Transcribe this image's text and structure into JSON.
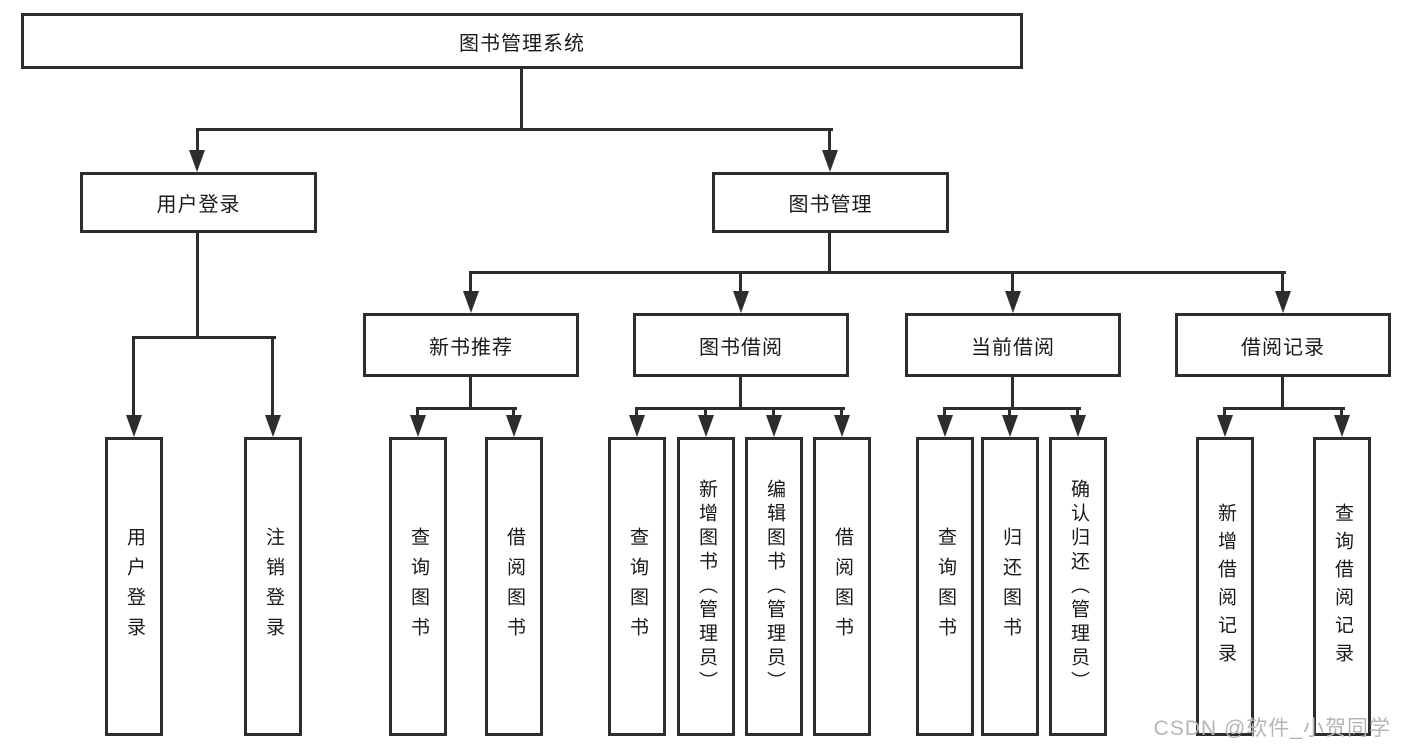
{
  "diagram": {
    "type": "hierarchy-tree",
    "colors": {
      "line": "#2d2d2d",
      "text": "#1a1a1a",
      "watermark": "#b5b5b5",
      "background": "#ffffff"
    },
    "watermark": "CSDN @软件_小贺同学",
    "nodes": {
      "root": {
        "label": "图书管理系统"
      },
      "user_login": {
        "label": "用户登录"
      },
      "book_mgmt": {
        "label": "图书管理"
      },
      "new_book_rec": {
        "label": "新书推荐"
      },
      "book_borrow": {
        "label": "图书借阅"
      },
      "current_borrow": {
        "label": "当前借阅"
      },
      "borrow_record": {
        "label": "借阅记录"
      },
      "leaf_user_login": {
        "label": "用户登录"
      },
      "leaf_logout": {
        "label": "注销登录"
      },
      "leaf_rec_query": {
        "label": "查询图书"
      },
      "leaf_rec_borrow": {
        "label": "借阅图书"
      },
      "leaf_bb_query": {
        "label": "查询图书"
      },
      "leaf_bb_add": {
        "label": "新增图书（管理员）"
      },
      "leaf_bb_edit": {
        "label": "编辑图书（管理员）"
      },
      "leaf_bb_borrow": {
        "label": "借阅图书"
      },
      "leaf_cb_query": {
        "label": "查询图书"
      },
      "leaf_cb_return": {
        "label": "归还图书"
      },
      "leaf_cb_confirm": {
        "label": "确认归还（管理员）"
      },
      "leaf_br_add": {
        "label": "新增借阅记录"
      },
      "leaf_br_query": {
        "label": "查询借阅记录"
      }
    },
    "edges": [
      "root->user_login",
      "root->book_mgmt",
      "user_login->leaf_user_login",
      "user_login->leaf_logout",
      "book_mgmt->new_book_rec",
      "book_mgmt->book_borrow",
      "book_mgmt->current_borrow",
      "book_mgmt->borrow_record",
      "new_book_rec->leaf_rec_query",
      "new_book_rec->leaf_rec_borrow",
      "book_borrow->leaf_bb_query",
      "book_borrow->leaf_bb_add",
      "book_borrow->leaf_bb_edit",
      "book_borrow->leaf_bb_borrow",
      "current_borrow->leaf_cb_query",
      "current_borrow->leaf_cb_return",
      "current_borrow->leaf_cb_confirm",
      "borrow_record->leaf_br_add",
      "borrow_record->leaf_br_query"
    ]
  }
}
